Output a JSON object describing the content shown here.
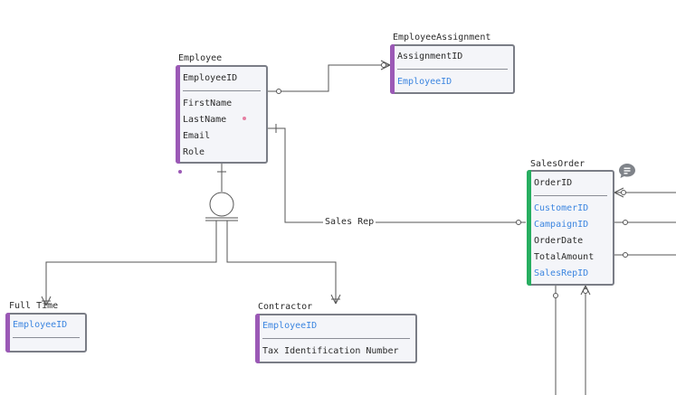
{
  "entities": {
    "employee": {
      "title": "Employee",
      "pk": "EmployeeID",
      "fields": [
        "FirstName",
        "LastName",
        "Email",
        "Role"
      ]
    },
    "employee_assignment": {
      "title": "EmployeeAssignment",
      "pk": "AssignmentID",
      "fields": [
        "EmployeeID"
      ]
    },
    "sales_order": {
      "title": "SalesOrder",
      "pk": "OrderID",
      "fields": [
        "CustomerID",
        "CampaignID",
        "OrderDate",
        "TotalAmount",
        "SalesRepID"
      ]
    },
    "full_time": {
      "title": "Full Time",
      "pk": "EmployeeID"
    },
    "contractor": {
      "title": "Contractor",
      "pk": "EmployeeID",
      "fields": [
        "Tax Identification Number"
      ]
    }
  },
  "relationships": {
    "sales_rep_label": "Sales Rep"
  },
  "colors": {
    "purple_accent": "#9b59b6",
    "green_accent": "#27ae60",
    "foreign_key": "#3d86e0",
    "border": "#7a7d86",
    "line": "#555555",
    "comment_icon": "#7f8389",
    "marker_pink": "#e57fa3"
  },
  "icons": [
    "comment-icon"
  ]
}
